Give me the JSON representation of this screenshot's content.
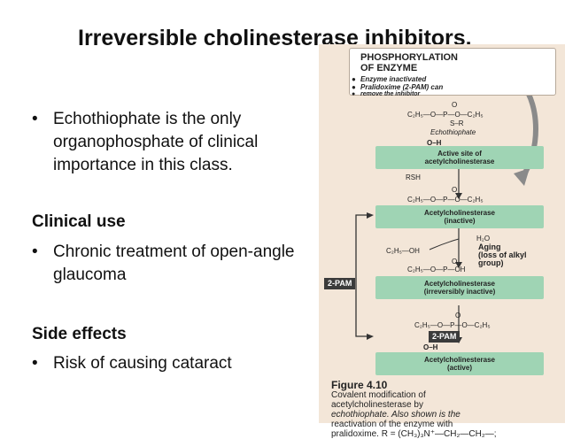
{
  "slide": {
    "title": "Irreversible cholinesterase inhibitors.",
    "bullet_1_line_1": "Echothiophate is the only",
    "bullet_1_line_2": "organophosphate of clinical",
    "bullet_1_line_3": "importance in this class.",
    "heading_clinical": "Clinical use",
    "bullet_2_line_1": "Chronic treatment of open-angle",
    "bullet_2_line_2": "glaucoma",
    "heading_side": "Side effects",
    "bullet_3_line_1": "Risk of causing cataract",
    "bullet_glyph": "•"
  },
  "figure": {
    "panel_title_1": "PHOSPHORYLATION",
    "panel_title_2": "OF ENZYME",
    "panel_item_1": "Enzyme inactivated",
    "panel_item_2a": "Pralidoxime (2-PAM) can",
    "panel_item_2b": "remove the inhibitor",
    "ech_o": "O",
    "ech_formula": "C₂H₅—O—P—O—C₂H₅",
    "ech_sr": "S–R",
    "ech_name": "Echothiophate",
    "oh_1": "O–H",
    "enzyme_1_a": "Active site of",
    "enzyme_1_b": "acetylcholinesterase",
    "rsh": "RSH",
    "inter_o": "O",
    "inter_formula": "C₂H₅—O—P—O—C₂H₅",
    "enzyme_2_a": "Acetylcholinesterase",
    "enzyme_2_b": "(inactive)",
    "h2o": "H₂O",
    "c2h5oh": "C₂H₅—OH",
    "aging_a": "Aging",
    "aging_b": "(loss of alkyl",
    "aging_c": "group)",
    "aged_o": "O",
    "aged_formula": "C₂H₅—O—P—OH",
    "enzyme_3_a": "Acetylcholinesterase",
    "enzyme_3_b": "(irreversibly inactive)",
    "pam_label_left": "2-PAM",
    "pam_o": "O",
    "pam_formula": "C₂H₅—O—P—O—C₂H₅",
    "pam_label_mid": "2-PAM",
    "oh_4": "O–H",
    "enzyme_4_a": "Acetylcholinesterase",
    "enzyme_4_b": "(active)",
    "caption_fig": "Figure 4.10",
    "caption_text_1": "Covalent modification of",
    "caption_text_2": "acetylcholinesterase by",
    "caption_text_3": "echothiophate. Also shown is the",
    "caption_text_4": "reactivation of the enzyme with",
    "caption_text_5": "pralidoxime. R = (CH₃)₃N⁺—CH₂—CH₂—;"
  },
  "colors": {
    "figure_bg": "#f3e6d8",
    "enzyme_green": "#9fd4b4",
    "pam_dark": "#3b3b3b"
  }
}
